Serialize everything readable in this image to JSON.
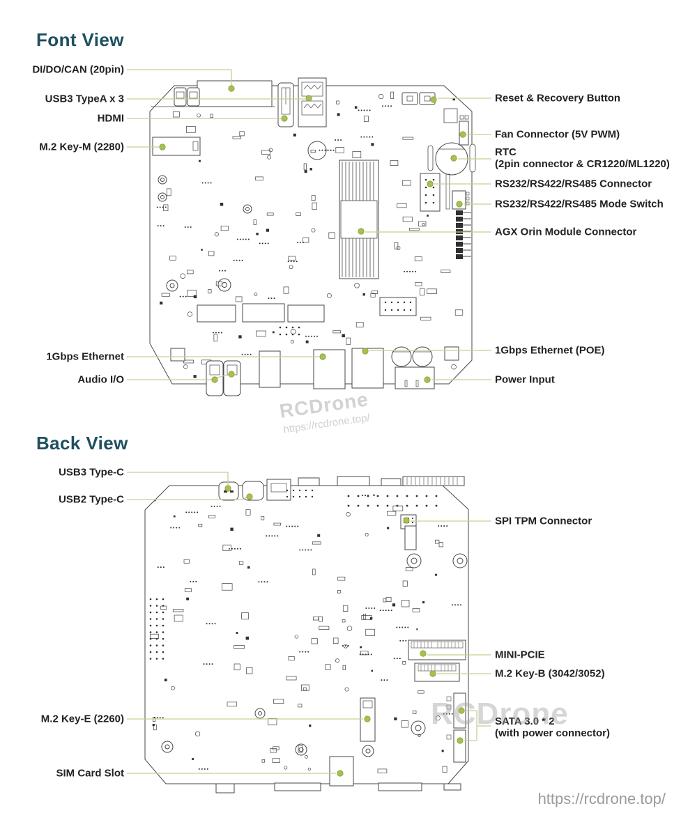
{
  "front": {
    "title": "Font View",
    "labels_left": [
      {
        "text": "DI/DO/CAN (20pin)"
      },
      {
        "text": "USB3 TypeA x 3"
      },
      {
        "text": "HDMI"
      },
      {
        "text": "M.2 Key-M (2280)"
      },
      {
        "text": "1Gbps Ethernet"
      },
      {
        "text": "Audio I/O"
      }
    ],
    "labels_right": [
      {
        "text": "Reset & Recovery Button"
      },
      {
        "text": "Fan Connector (5V PWM)"
      },
      {
        "text": "RTC",
        "text2": "(2pin connector & CR1220/ML1220)"
      },
      {
        "text": "RS232/RS422/RS485 Connector"
      },
      {
        "text": "RS232/RS422/RS485 Mode Switch"
      },
      {
        "text": "AGX Orin Module Connector"
      },
      {
        "text": "1Gbps Ethernet (POE)"
      },
      {
        "text": "Power Input"
      }
    ]
  },
  "back": {
    "title": "Back View",
    "labels_left": [
      {
        "text": "USB3 Type-C"
      },
      {
        "text": "USB2 Type-C"
      },
      {
        "text": "M.2 Key-E (2260)"
      },
      {
        "text": "SIM Card Slot"
      }
    ],
    "labels_right": [
      {
        "text": "SPI TPM Connector"
      },
      {
        "text": "MINI-PCIE"
      },
      {
        "text": "M.2 Key-B (3042/3052)"
      },
      {
        "text": "SATA 3.0 * 2",
        "text2": "(with power connector)"
      }
    ]
  },
  "watermarks": {
    "center_brand": "RCDrone",
    "center_url": "https://rcdrone.top/",
    "board_brand": "RCDrone",
    "footer_url": "https://rcdrone.top/"
  },
  "colors": {
    "title_teal": "#1d4f5f",
    "label_text": "#222222",
    "leader_line": "#c9ce93",
    "callout_dot": "#a6c150",
    "board_line": "#474747",
    "watermark_gray": "#d2d2d2",
    "footer_gray": "#9b9b9b"
  }
}
